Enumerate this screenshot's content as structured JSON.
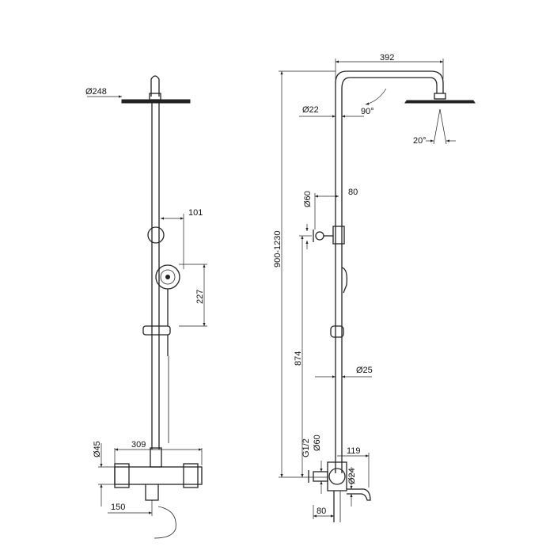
{
  "dimensions": {
    "head_diameter": "Ø248",
    "arm_length": "392",
    "riser_diameter": "Ø22",
    "arm_angle": "90°",
    "spray_angle": "20°",
    "bracket_offset_front": "101",
    "handshower_height": "227",
    "bracket_offset_side": "80",
    "bracket_diameter": "Ø60",
    "total_height": "900-1230",
    "slide_length": "874",
    "rail_diameter": "Ø25",
    "body_height": "Ø45",
    "body_width": "309",
    "inlet_spacing": "150",
    "thread": "G1/2",
    "inlet_diameter": "Ø60",
    "spout_length": "119",
    "spout_diameter": "Ø24",
    "wall_offset": "80"
  },
  "colors": {
    "line": "#222222",
    "background": "#ffffff"
  }
}
